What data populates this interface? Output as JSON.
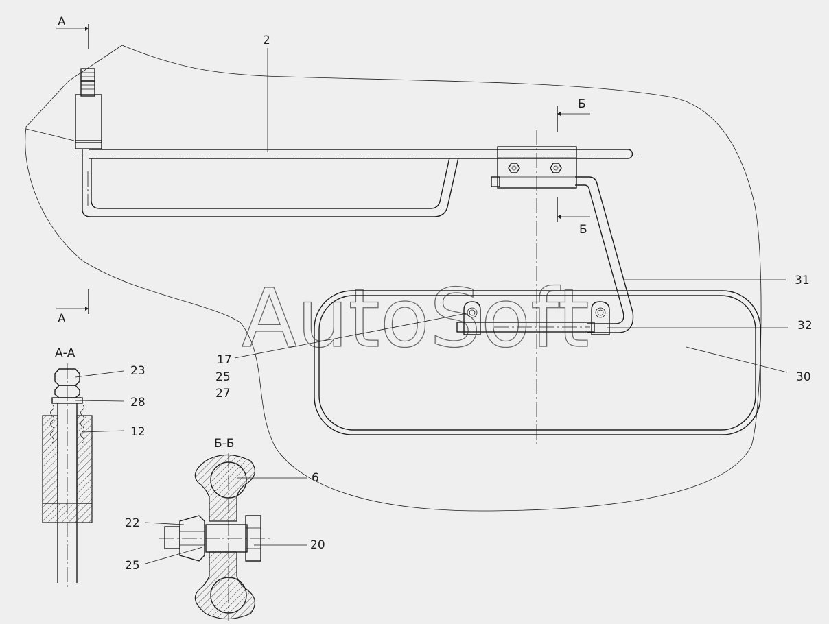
{
  "section_marks": {
    "a_top": "А",
    "a_bottom": "А",
    "b_top": "Б",
    "b_bottom": "Б"
  },
  "section_titles": {
    "aa": "А-А",
    "bb": "Б-Б"
  },
  "callouts": {
    "c2": "2",
    "c31": "31",
    "c32": "32",
    "c30": "30",
    "c17": "17",
    "c25a": "25",
    "c27": "27",
    "c23": "23",
    "c28": "28",
    "c12": "12",
    "c6": "6",
    "c22": "22",
    "c20": "20",
    "c25b": "25"
  },
  "watermark": "AutoSoft"
}
